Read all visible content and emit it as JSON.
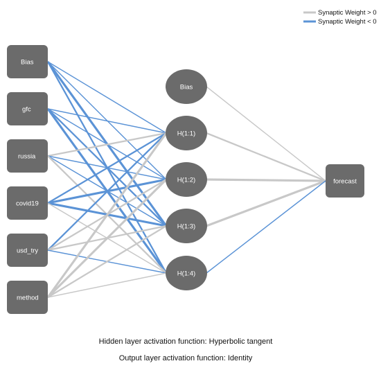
{
  "colors": {
    "positive": "#c8c8c8",
    "negative": "#5b93d6",
    "node": "#6b6b6b",
    "node_text": "#ffffff"
  },
  "legend": {
    "positive_label": "Synaptic Weight > 0",
    "negative_label": "Synaptic Weight < 0"
  },
  "network": {
    "input_nodes": [
      {
        "id": "in_bias",
        "label": "Bias"
      },
      {
        "id": "in_gfc",
        "label": "gfc"
      },
      {
        "id": "in_russia",
        "label": "russia"
      },
      {
        "id": "in_covid19",
        "label": "covid19"
      },
      {
        "id": "in_usd_try",
        "label": "usd_try"
      },
      {
        "id": "in_method",
        "label": "method"
      }
    ],
    "hidden_nodes": [
      {
        "id": "h_bias",
        "label": "Bias"
      },
      {
        "id": "h1",
        "label": "H(1:1)"
      },
      {
        "id": "h2",
        "label": "H(1:2)"
      },
      {
        "id": "h3",
        "label": "H(1:3)"
      },
      {
        "id": "h4",
        "label": "H(1:4)"
      }
    ],
    "output_nodes": [
      {
        "id": "out_forecast",
        "label": "forecast"
      }
    ],
    "connections": [
      {
        "from": "in_bias",
        "to": "h1",
        "sign": "negative",
        "weight": 1
      },
      {
        "from": "in_bias",
        "to": "h2",
        "sign": "negative",
        "weight": 1
      },
      {
        "from": "in_bias",
        "to": "h3",
        "sign": "negative",
        "weight": 3
      },
      {
        "from": "in_bias",
        "to": "h4",
        "sign": "negative",
        "weight": 2
      },
      {
        "from": "in_gfc",
        "to": "h1",
        "sign": "negative",
        "weight": 1
      },
      {
        "from": "in_gfc",
        "to": "h2",
        "sign": "negative",
        "weight": 1
      },
      {
        "from": "in_gfc",
        "to": "h3",
        "sign": "negative",
        "weight": 2
      },
      {
        "from": "in_gfc",
        "to": "h4",
        "sign": "negative",
        "weight": 3
      },
      {
        "from": "in_russia",
        "to": "h1",
        "sign": "positive",
        "weight": 2
      },
      {
        "from": "in_russia",
        "to": "h2",
        "sign": "negative",
        "weight": 1
      },
      {
        "from": "in_russia",
        "to": "h3",
        "sign": "negative",
        "weight": 1
      },
      {
        "from": "in_russia",
        "to": "h4",
        "sign": "positive",
        "weight": 2
      },
      {
        "from": "in_covid19",
        "to": "h1",
        "sign": "negative",
        "weight": 2
      },
      {
        "from": "in_covid19",
        "to": "h2",
        "sign": "negative",
        "weight": 3
      },
      {
        "from": "in_covid19",
        "to": "h3",
        "sign": "negative",
        "weight": 3
      },
      {
        "from": "in_covid19",
        "to": "h4",
        "sign": "positive",
        "weight": 1
      },
      {
        "from": "in_usd_try",
        "to": "h1",
        "sign": "negative",
        "weight": 2
      },
      {
        "from": "in_usd_try",
        "to": "h2",
        "sign": "positive",
        "weight": 2
      },
      {
        "from": "in_usd_try",
        "to": "h3",
        "sign": "positive",
        "weight": 2
      },
      {
        "from": "in_usd_try",
        "to": "h4",
        "sign": "negative",
        "weight": 1
      },
      {
        "from": "in_method",
        "to": "h1",
        "sign": "positive",
        "weight": 3
      },
      {
        "from": "in_method",
        "to": "h2",
        "sign": "positive",
        "weight": 3
      },
      {
        "from": "in_method",
        "to": "h3",
        "sign": "positive",
        "weight": 2
      },
      {
        "from": "in_method",
        "to": "h4",
        "sign": "positive",
        "weight": 1
      },
      {
        "from": "h_bias",
        "to": "out_forecast",
        "sign": "positive",
        "weight": 1
      },
      {
        "from": "h1",
        "to": "out_forecast",
        "sign": "positive",
        "weight": 2
      },
      {
        "from": "h2",
        "to": "out_forecast",
        "sign": "positive",
        "weight": 3
      },
      {
        "from": "h3",
        "to": "out_forecast",
        "sign": "positive",
        "weight": 3
      },
      {
        "from": "h4",
        "to": "out_forecast",
        "sign": "negative",
        "weight": 1
      }
    ]
  },
  "footer": {
    "hidden_activation": "Hidden layer activation function: Hyperbolic tangent",
    "output_activation": "Output layer activation function: Identity"
  }
}
